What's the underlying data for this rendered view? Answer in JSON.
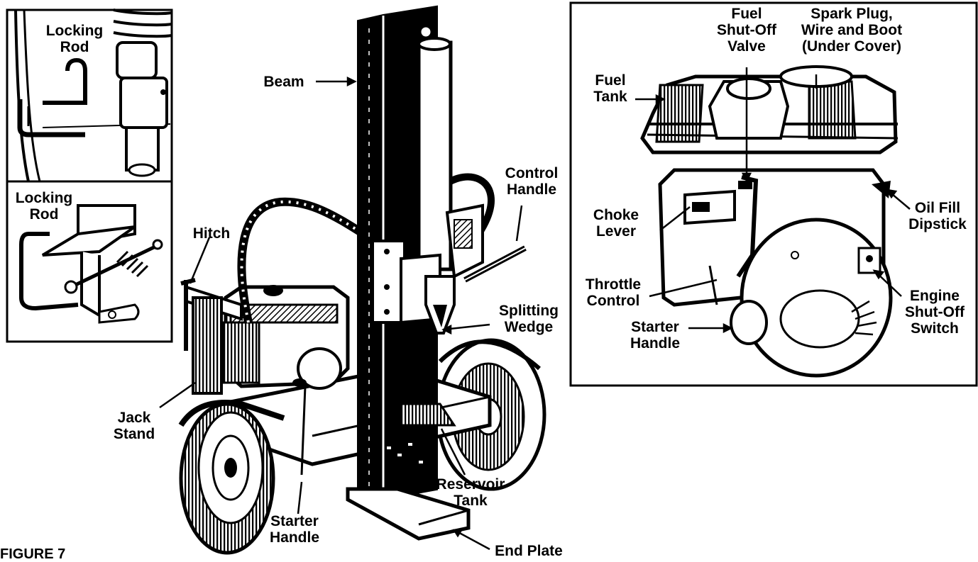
{
  "figure_caption": "FIGURE 7",
  "inset_top_left": {
    "label_upper": "Locking\nRod",
    "label_lower": "Locking\nRod"
  },
  "main_labels": {
    "beam": "Beam",
    "control_handle": "Control\nHandle",
    "hitch": "Hitch",
    "splitting_wedge": "Splitting\nWedge",
    "jack_stand": "Jack\nStand",
    "reservoir_tank": "Reservoir\nTank",
    "starter_handle": "Starter\nHandle",
    "end_plate": "End Plate"
  },
  "engine_inset": {
    "fuel_shutoff_valve": "Fuel\nShut-Off\nValve",
    "spark_plug": "Spark Plug,\nWire and Boot\n(Under Cover)",
    "fuel_tank": "Fuel\nTank",
    "choke_lever": "Choke\nLever",
    "oil_fill_dipstick": "Oil Fill\nDipstick",
    "throttle_control": "Throttle\nControl",
    "engine_shutoff_switch": "Engine\nShut-Off\nSwitch",
    "starter_handle": "Starter\nHandle"
  }
}
